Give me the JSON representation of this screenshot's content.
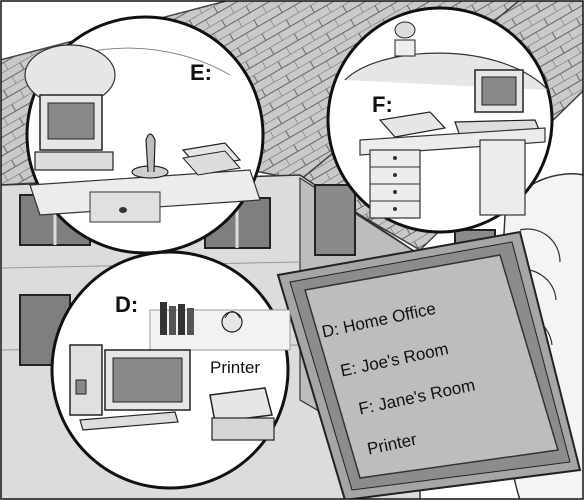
{
  "illustration": {
    "callouts": {
      "home_office": {
        "label": "D:",
        "device_label": "Printer"
      },
      "joes_room": {
        "label": "E:"
      },
      "janes_room": {
        "label": "F:"
      }
    },
    "tablet": {
      "lines": [
        "D:  Home Office",
        "E:  Joe's Room",
        "F:  Jane's Room",
        "Printer"
      ]
    }
  }
}
